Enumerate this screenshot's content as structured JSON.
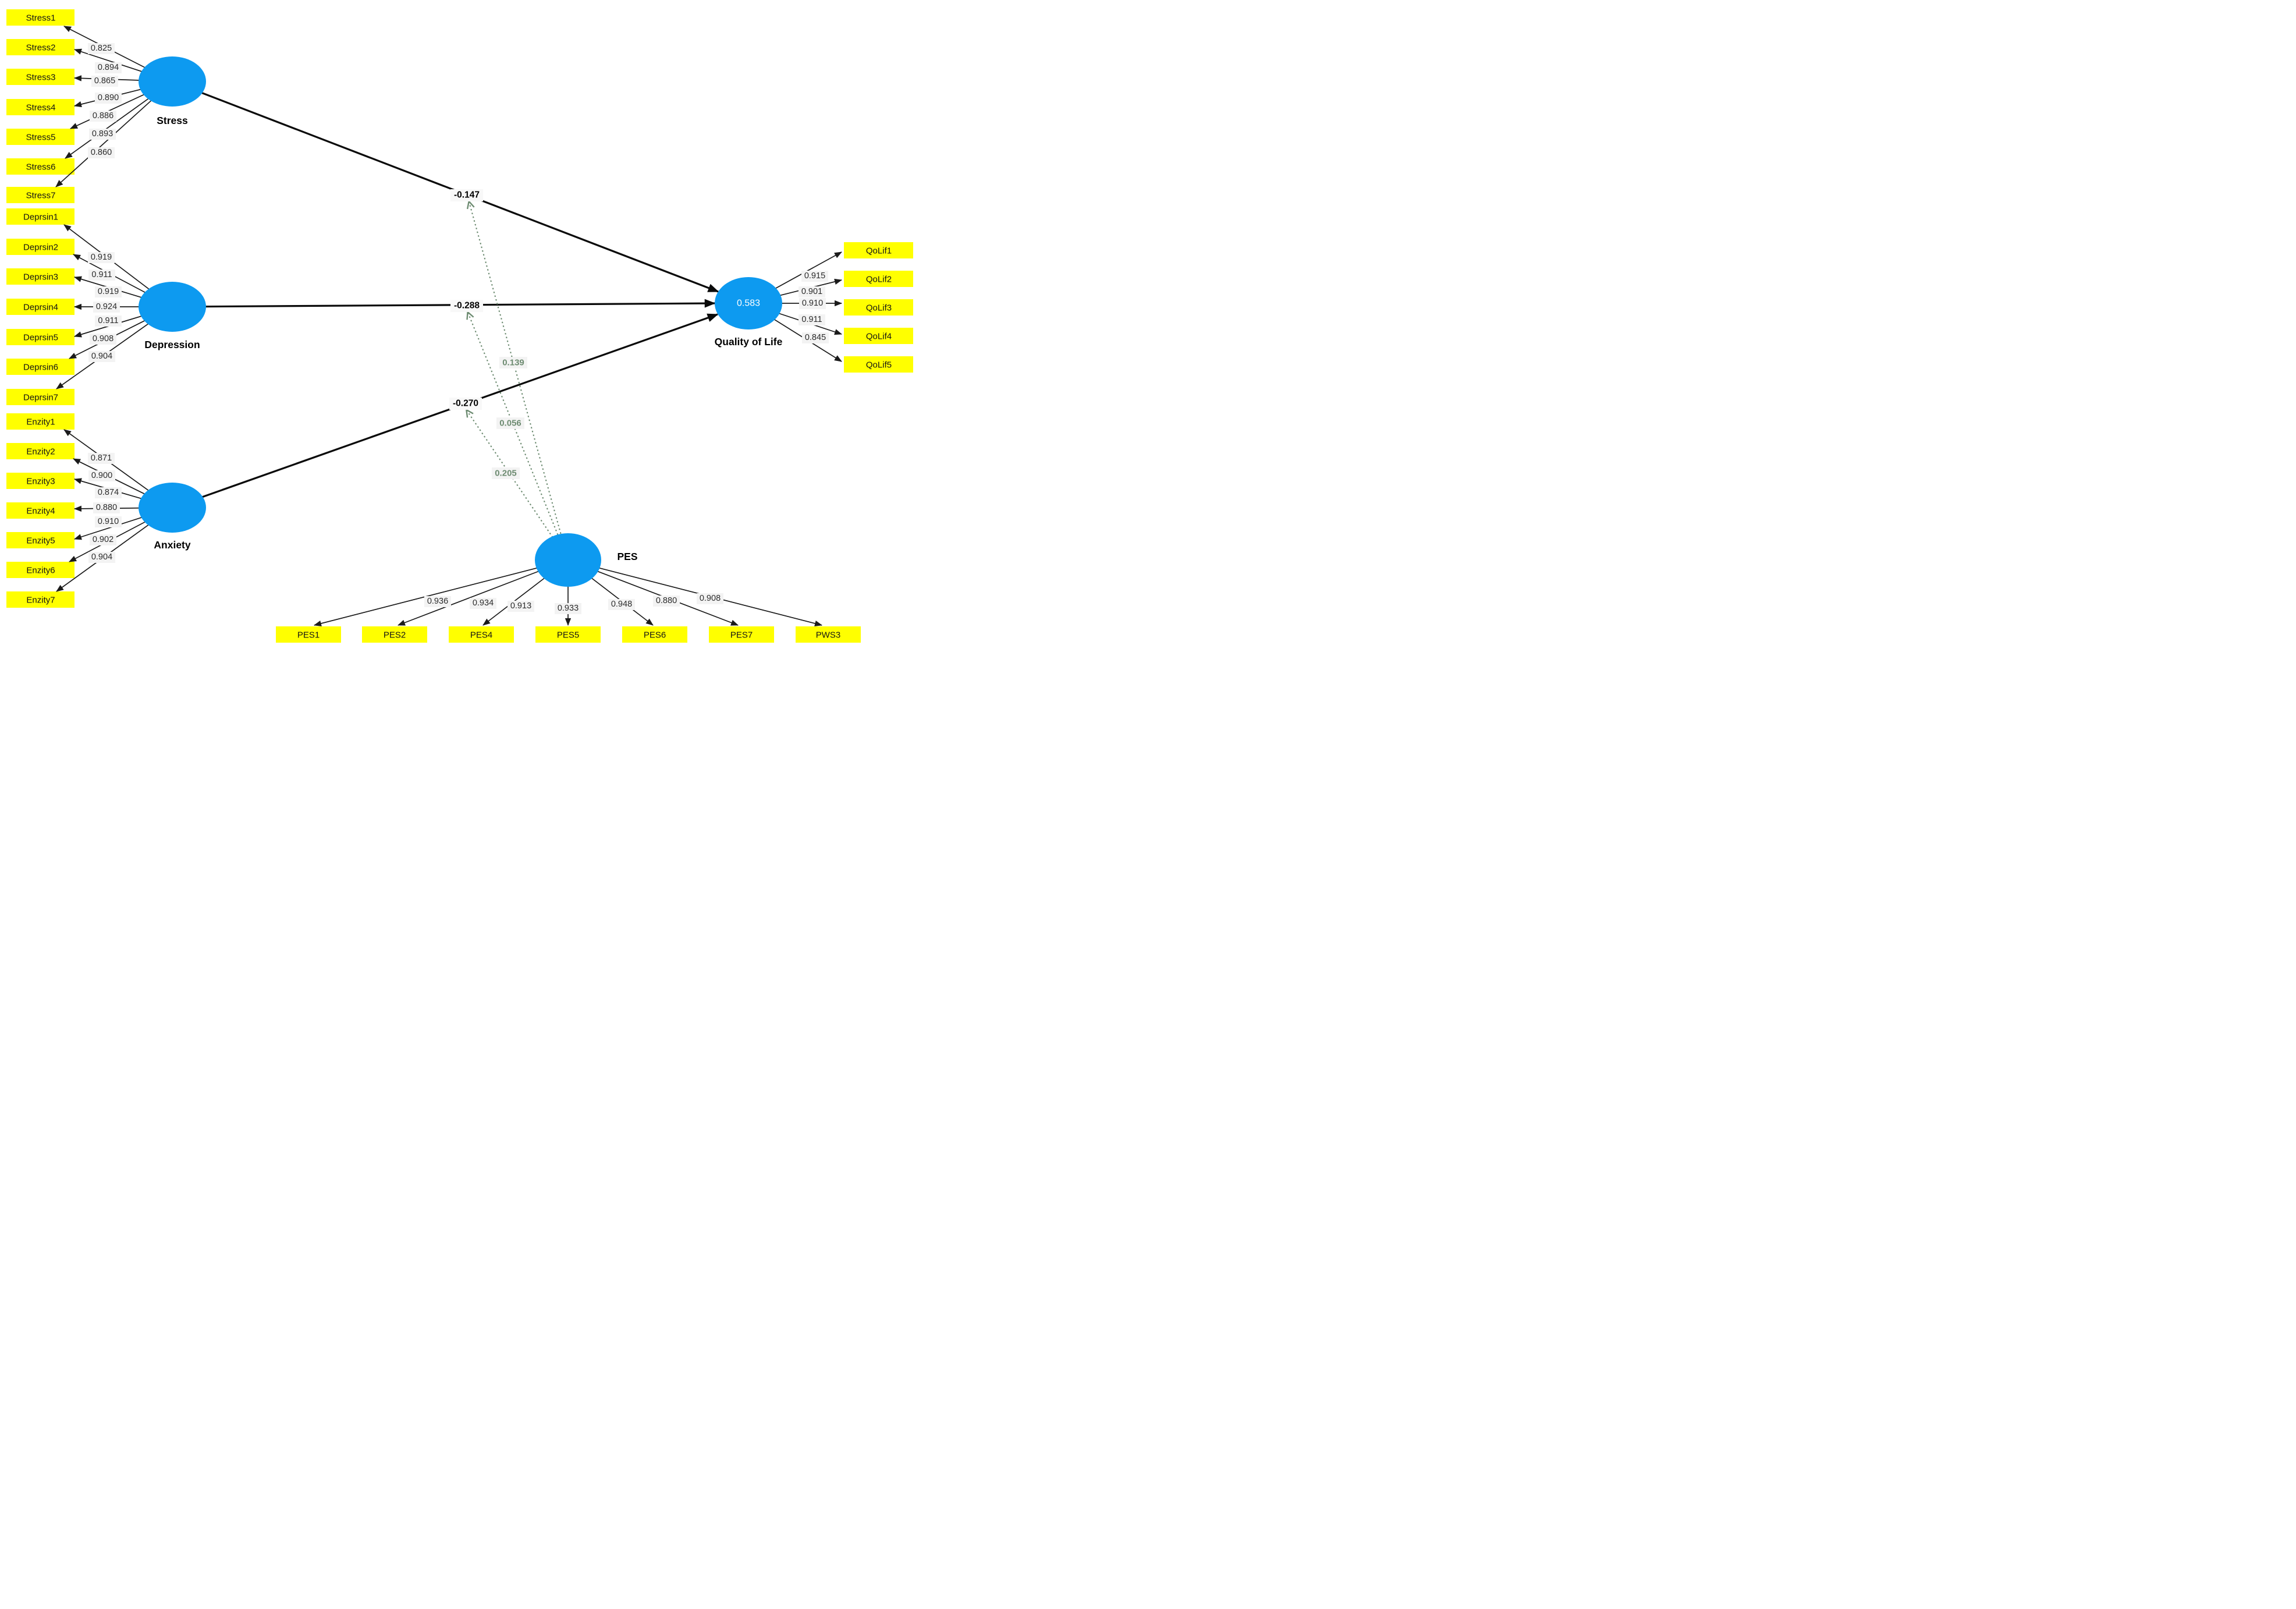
{
  "model": {
    "constructs": [
      {
        "key": "stress",
        "label": "Stress",
        "indicators": [
          {
            "name": "Stress1",
            "loading": "0.825"
          },
          {
            "name": "Stress2",
            "loading": "0.894"
          },
          {
            "name": "Stress3",
            "loading": "0.865"
          },
          {
            "name": "Stress4",
            "loading": "0.890"
          },
          {
            "name": "Stress5",
            "loading": "0.886"
          },
          {
            "name": "Stress6",
            "loading": "0.893"
          },
          {
            "name": "Stress7",
            "loading": "0.860"
          }
        ]
      },
      {
        "key": "depression",
        "label": "Depression",
        "indicators": [
          {
            "name": "Deprsin1",
            "loading": "0.919"
          },
          {
            "name": "Deprsin2",
            "loading": "0.911"
          },
          {
            "name": "Deprsin3",
            "loading": "0.919"
          },
          {
            "name": "Deprsin4",
            "loading": "0.924"
          },
          {
            "name": "Deprsin5",
            "loading": "0.911"
          },
          {
            "name": "Deprsin6",
            "loading": "0.908"
          },
          {
            "name": "Deprsin7",
            "loading": "0.904"
          }
        ]
      },
      {
        "key": "anxiety",
        "label": "Anxiety",
        "indicators": [
          {
            "name": "Enzity1",
            "loading": "0.871"
          },
          {
            "name": "Enzity2",
            "loading": "0.900"
          },
          {
            "name": "Enzity3",
            "loading": "0.874"
          },
          {
            "name": "Enzity4",
            "loading": "0.880"
          },
          {
            "name": "Enzity5",
            "loading": "0.910"
          },
          {
            "name": "Enzity6",
            "loading": "0.902"
          },
          {
            "name": "Enzity7",
            "loading": "0.904"
          }
        ]
      },
      {
        "key": "qol",
        "label": "Quality of Life",
        "r_squared": "0.583",
        "indicators": [
          {
            "name": "QoLif1",
            "loading": "0.915"
          },
          {
            "name": "QoLif2",
            "loading": "0.901"
          },
          {
            "name": "QoLif3",
            "loading": "0.910"
          },
          {
            "name": "QoLif4",
            "loading": "0.911"
          },
          {
            "name": "QoLif5",
            "loading": "0.845"
          }
        ]
      },
      {
        "key": "pes",
        "label": "PES",
        "indicators": [
          {
            "name": "PES1",
            "loading": "0.936"
          },
          {
            "name": "PES2",
            "loading": "0.934"
          },
          {
            "name": "PES4",
            "loading": "0.913"
          },
          {
            "name": "PES5",
            "loading": "0.933"
          },
          {
            "name": "PES6",
            "loading": "0.948"
          },
          {
            "name": "PES7",
            "loading": "0.880"
          },
          {
            "name": "PWS3",
            "loading": "0.908"
          }
        ]
      }
    ],
    "structural_paths": [
      {
        "from": "Stress",
        "to": "Quality of Life",
        "coefficient": "-0.147"
      },
      {
        "from": "Depression",
        "to": "Quality of Life",
        "coefficient": "-0.288"
      },
      {
        "from": "Anxiety",
        "to": "Quality of Life",
        "coefficient": "-0.270"
      }
    ],
    "moderation_paths": [
      {
        "from": "PES",
        "on": "Stress → Quality of Life",
        "coefficient": "0.139"
      },
      {
        "from": "PES",
        "on": "Depression → Quality of Life",
        "coefficient": "0.056"
      },
      {
        "from": "PES",
        "on": "Anxiety → Quality of Life",
        "coefficient": "0.205"
      }
    ],
    "colors": {
      "construct_fill": "#0d9af0",
      "indicator_fill": "#ffff00",
      "structural_line": "#000000",
      "moderation_line": "#6e8c72",
      "label_background": "#f3f3f3"
    }
  }
}
